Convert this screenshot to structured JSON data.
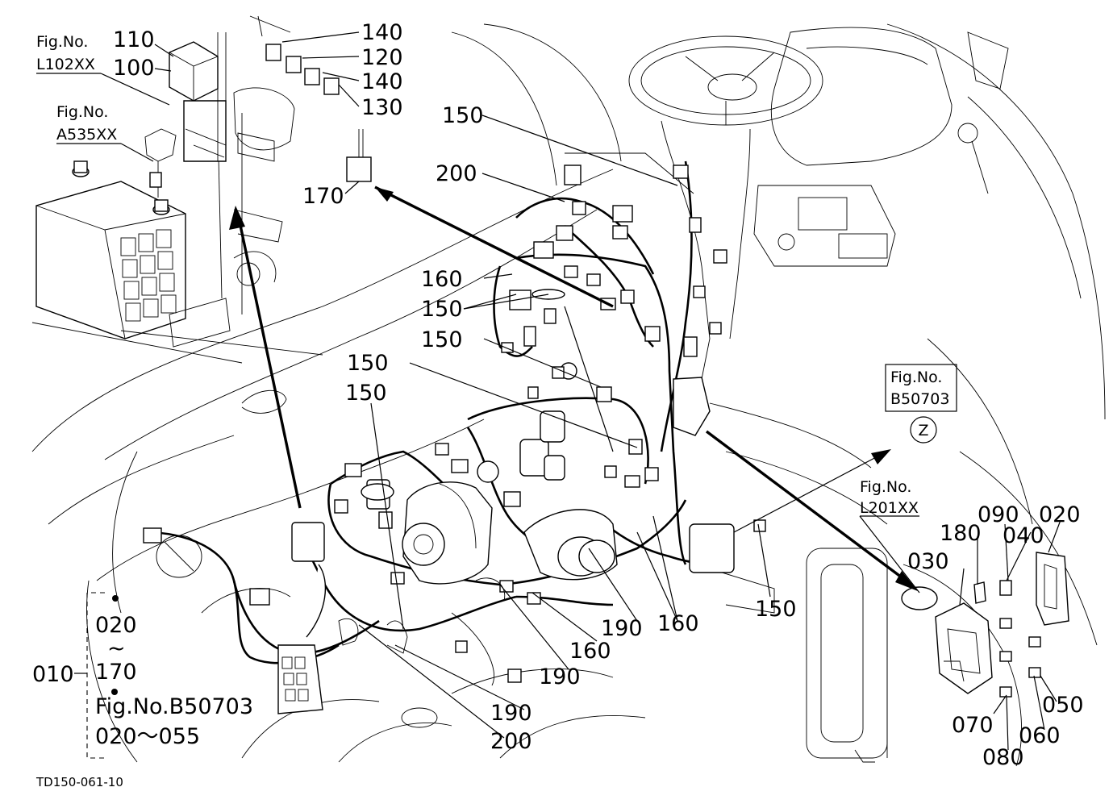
{
  "callouts": [
    {
      "key": "110",
      "text": "110"
    },
    {
      "key": "100",
      "text": "100"
    },
    {
      "key": "140a",
      "text": "140"
    },
    {
      "key": "120",
      "text": "120"
    },
    {
      "key": "140b",
      "text": "140"
    },
    {
      "key": "130",
      "text": "130"
    },
    {
      "key": "150a",
      "text": "150"
    },
    {
      "key": "200a",
      "text": "200"
    },
    {
      "key": "170",
      "text": "170"
    },
    {
      "key": "160a",
      "text": "160"
    },
    {
      "key": "150b",
      "text": "150"
    },
    {
      "key": "150c",
      "text": "150"
    },
    {
      "key": "150d",
      "text": "150"
    },
    {
      "key": "150e",
      "text": "150"
    },
    {
      "key": "190a",
      "text": "190"
    },
    {
      "key": "160b",
      "text": "160"
    },
    {
      "key": "160c",
      "text": "160"
    },
    {
      "key": "190b",
      "text": "190"
    },
    {
      "key": "190c",
      "text": "190"
    },
    {
      "key": "200b",
      "text": "200"
    },
    {
      "key": "150f",
      "text": "150"
    },
    {
      "key": "090",
      "text": "090"
    },
    {
      "key": "020r",
      "text": "020"
    },
    {
      "key": "180",
      "text": "180"
    },
    {
      "key": "040",
      "text": "040"
    },
    {
      "key": "030",
      "text": "030"
    },
    {
      "key": "050",
      "text": "050"
    },
    {
      "key": "070",
      "text": "070"
    },
    {
      "key": "060",
      "text": "060"
    },
    {
      "key": "080",
      "text": "080"
    }
  ],
  "fig_refs": [
    {
      "key": "L102XX",
      "label": "Fig.No.",
      "number": "L102XX"
    },
    {
      "key": "A535XX",
      "label": "Fig.No.",
      "number": "A535XX"
    },
    {
      "key": "B50703",
      "label": "Fig.No.",
      "number": "B50703"
    },
    {
      "key": "L201XX",
      "label": "Fig.No.",
      "number": "L201XX"
    }
  ],
  "group_ref": {
    "assembly": "010",
    "range_start": "020",
    "tilde": "~",
    "range_end": "170",
    "fig_ref": "Fig.No.B50703",
    "sub_range": "020～055"
  },
  "view_marker": "Z",
  "drawing_code": "TD150-061-10"
}
